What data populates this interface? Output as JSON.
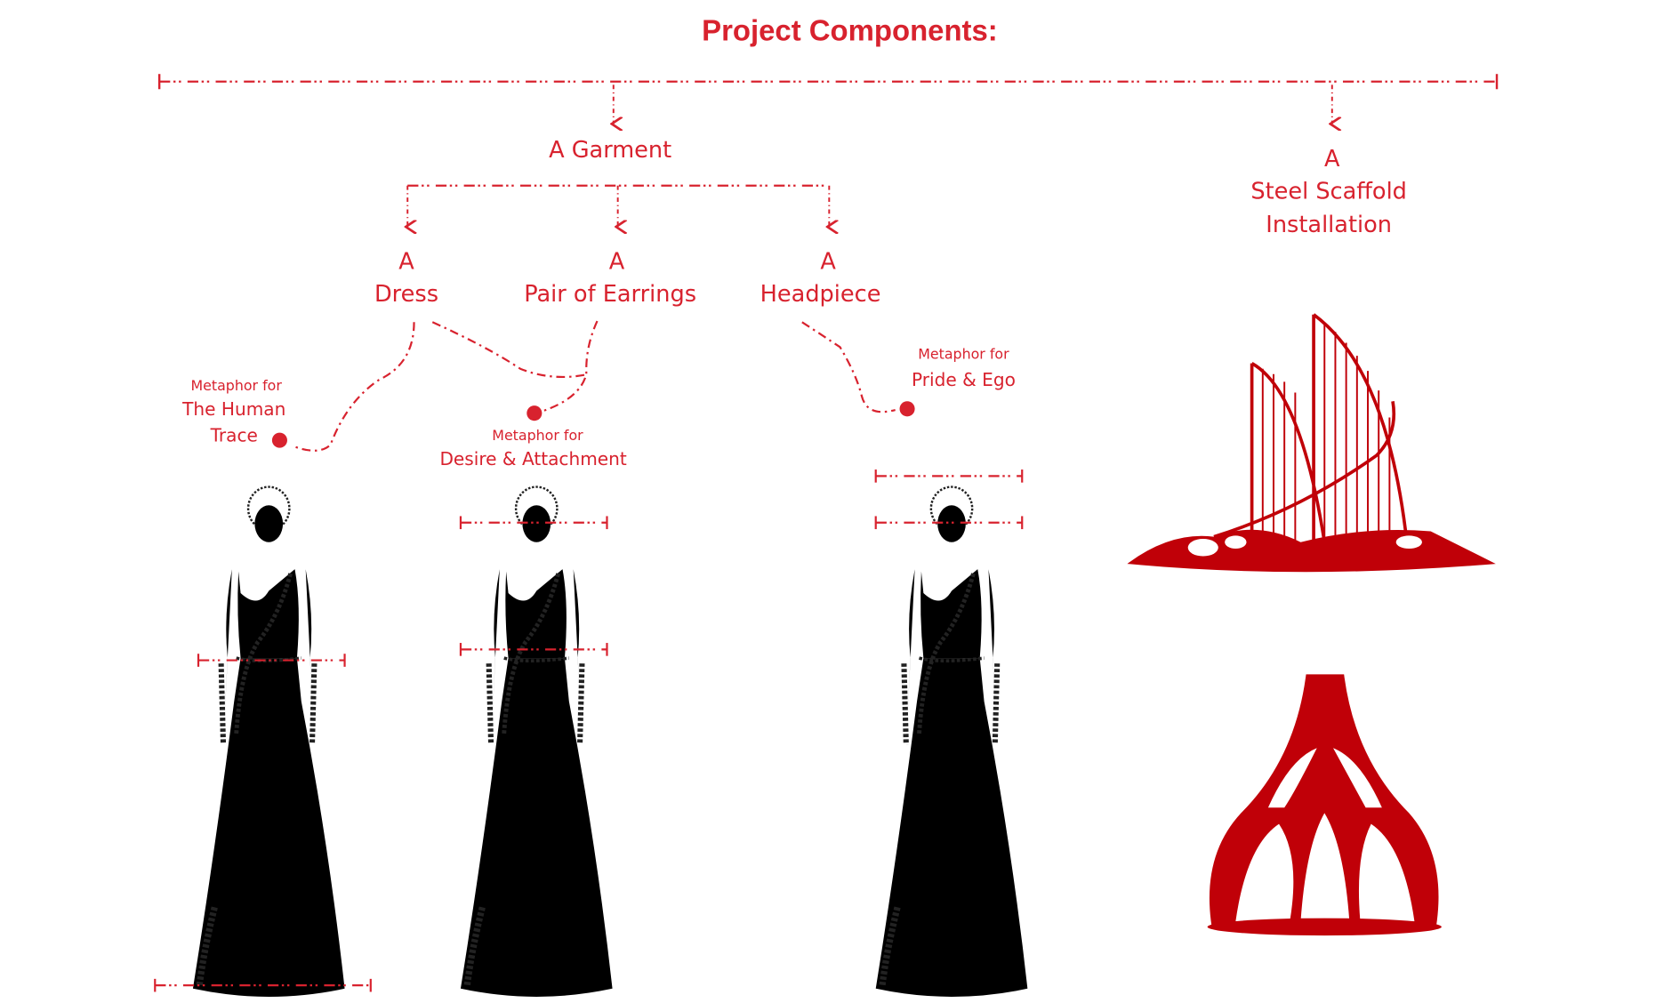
{
  "title": "Project Components:",
  "garment": {
    "label": "A Garment",
    "children": [
      {
        "article": "A",
        "name": "Dress",
        "metaphor_prefix": "Metaphor for",
        "metaphor_line1": "The Human",
        "metaphor_line2": "Trace"
      },
      {
        "article": "A",
        "name": "Pair of Earrings",
        "metaphor_prefix": "Metaphor for",
        "metaphor": "Desire & Attachment"
      },
      {
        "article": "A",
        "name": "Headpiece",
        "metaphor_prefix": "Metaphor for",
        "metaphor": "Pride & Ego"
      }
    ]
  },
  "installation": {
    "article": "A",
    "line1": "Steel Scaffold",
    "line2": "Installation"
  },
  "colors": {
    "accent": "#d8222e",
    "scaffold": "#c00008"
  }
}
